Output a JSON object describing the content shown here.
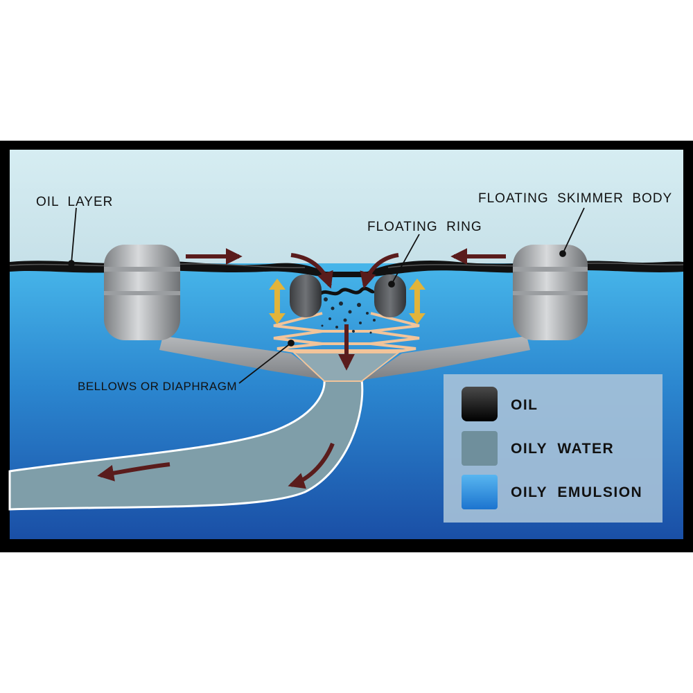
{
  "labels": {
    "oil_layer": "OIL  LAYER",
    "floating_skimmer_body": "FLOATING  SKIMMER  BODY",
    "floating_ring": "FLOATING  RING",
    "bellows": "BELLOWS OR DIAPHRAGM"
  },
  "legend": {
    "items": [
      {
        "label": "OIL",
        "color": "#111111"
      },
      {
        "label": "OILY  WATER",
        "color": "#6f8f9c"
      },
      {
        "label": "OILY  EMULSION",
        "color": "#2f8fe0"
      }
    ]
  },
  "colors": {
    "frame": "#000000",
    "sky": "#dcecef",
    "water_top": "#5fb3e4",
    "water_bottom": "#1a55ad",
    "pipe": "#7e9eaa",
    "arrow": "#5a1c1c",
    "motion_arrow": "#e2b43a",
    "bellows": "#f2c49a"
  }
}
